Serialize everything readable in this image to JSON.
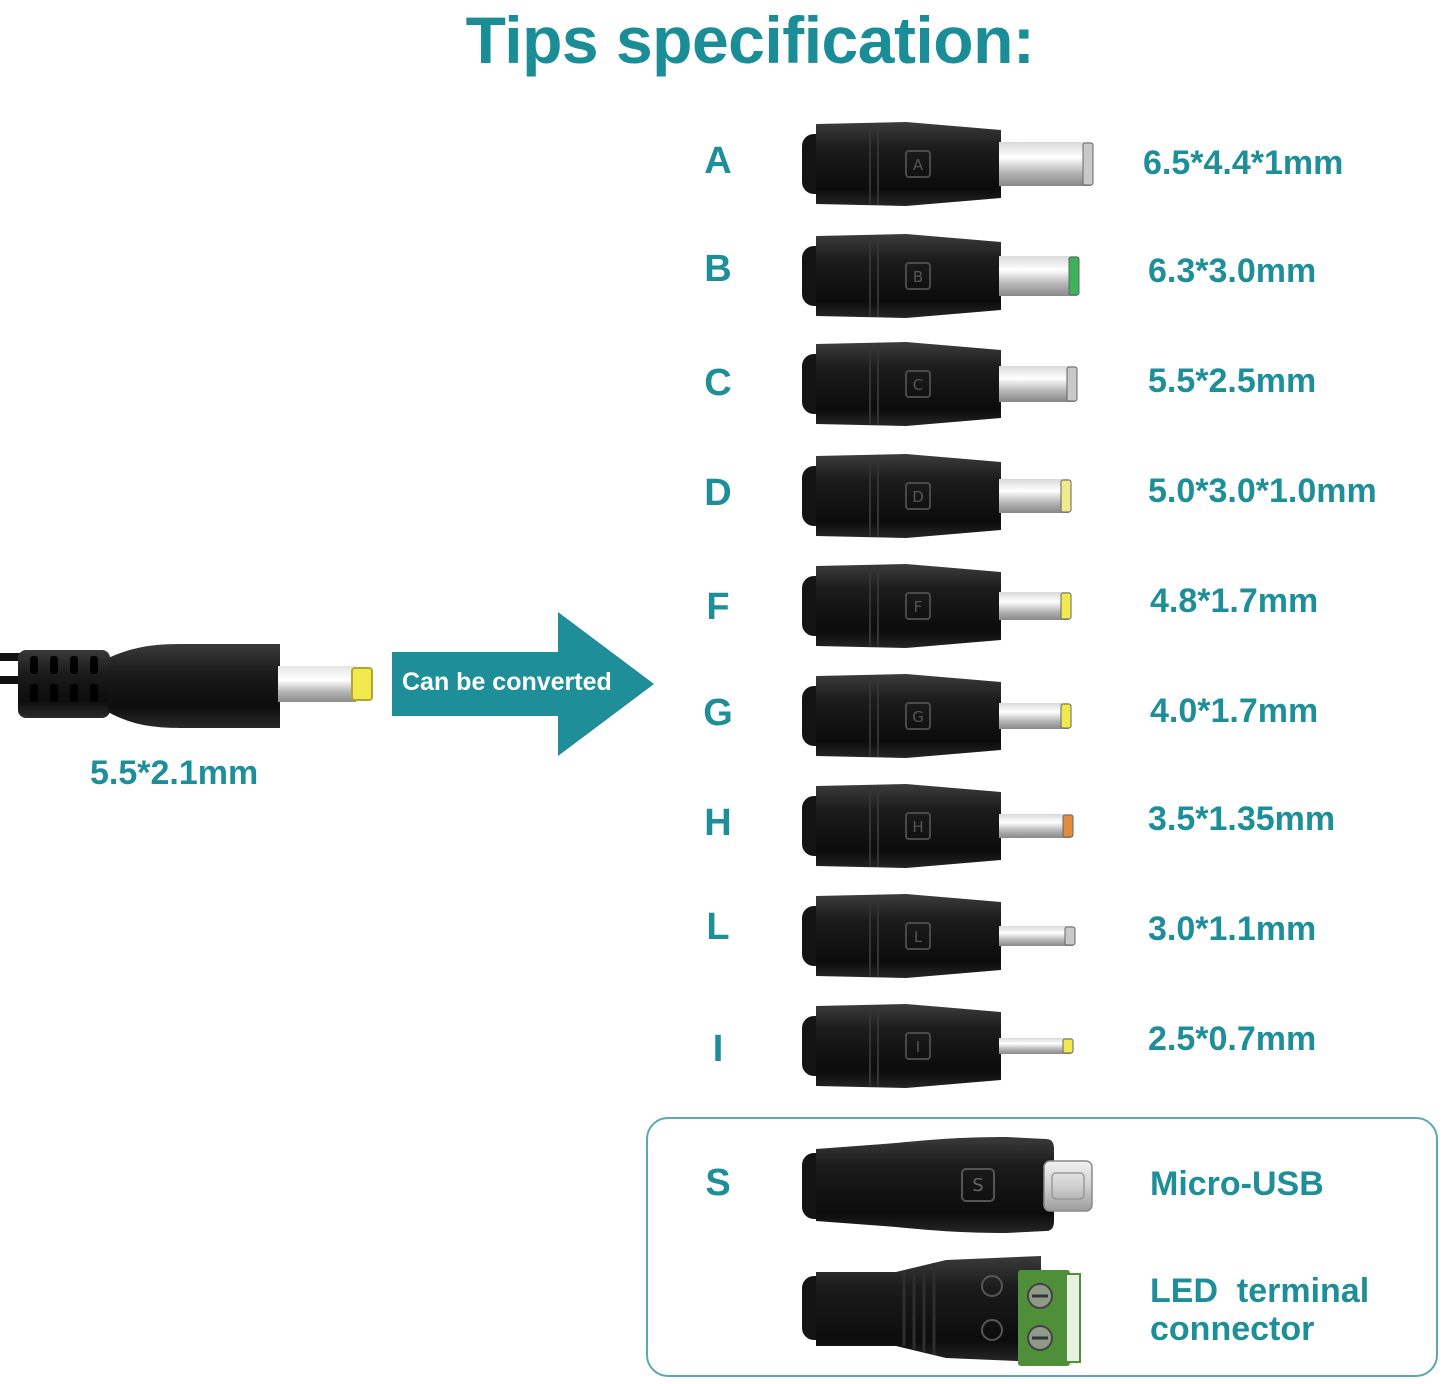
{
  "title": "Tips specification:",
  "source_plug": {
    "label": "5.5*2.1mm",
    "tip_color": "#f2e94e"
  },
  "arrow": {
    "label": "Can be converted",
    "color": "#1e8f98"
  },
  "tips": [
    {
      "letter": "A",
      "spec": "6.5*4.4*1mm",
      "ring_color": "#c9c9c9"
    },
    {
      "letter": "B",
      "spec": "6.3*3.0mm",
      "ring_color": "#3cb35b"
    },
    {
      "letter": "C",
      "spec": "5.5*2.5mm",
      "ring_color": "#c9c9c9"
    },
    {
      "letter": "D",
      "spec": "5.0*3.0*1.0mm",
      "ring_color": "#f0ea8a"
    },
    {
      "letter": "F",
      "spec": "4.8*1.7mm",
      "ring_color": "#f2e94e"
    },
    {
      "letter": "G",
      "spec": "4.0*1.7mm",
      "ring_color": "#f2e94e"
    },
    {
      "letter": "H",
      "spec": "3.5*1.35mm",
      "ring_color": "#e38b3c"
    },
    {
      "letter": "L",
      "spec": "3.0*1.1mm",
      "ring_color": "#c9c9c9"
    },
    {
      "letter": "I",
      "spec": "2.5*0.7mm",
      "ring_color": "#f2e94e"
    }
  ],
  "special": {
    "letter": "S",
    "micro_usb_label": "Micro-USB",
    "led_label_line1": "LED  terminal",
    "led_label_line2": "connector",
    "terminal_color": "#4f8f3a"
  },
  "text_color": "#1e8f98"
}
